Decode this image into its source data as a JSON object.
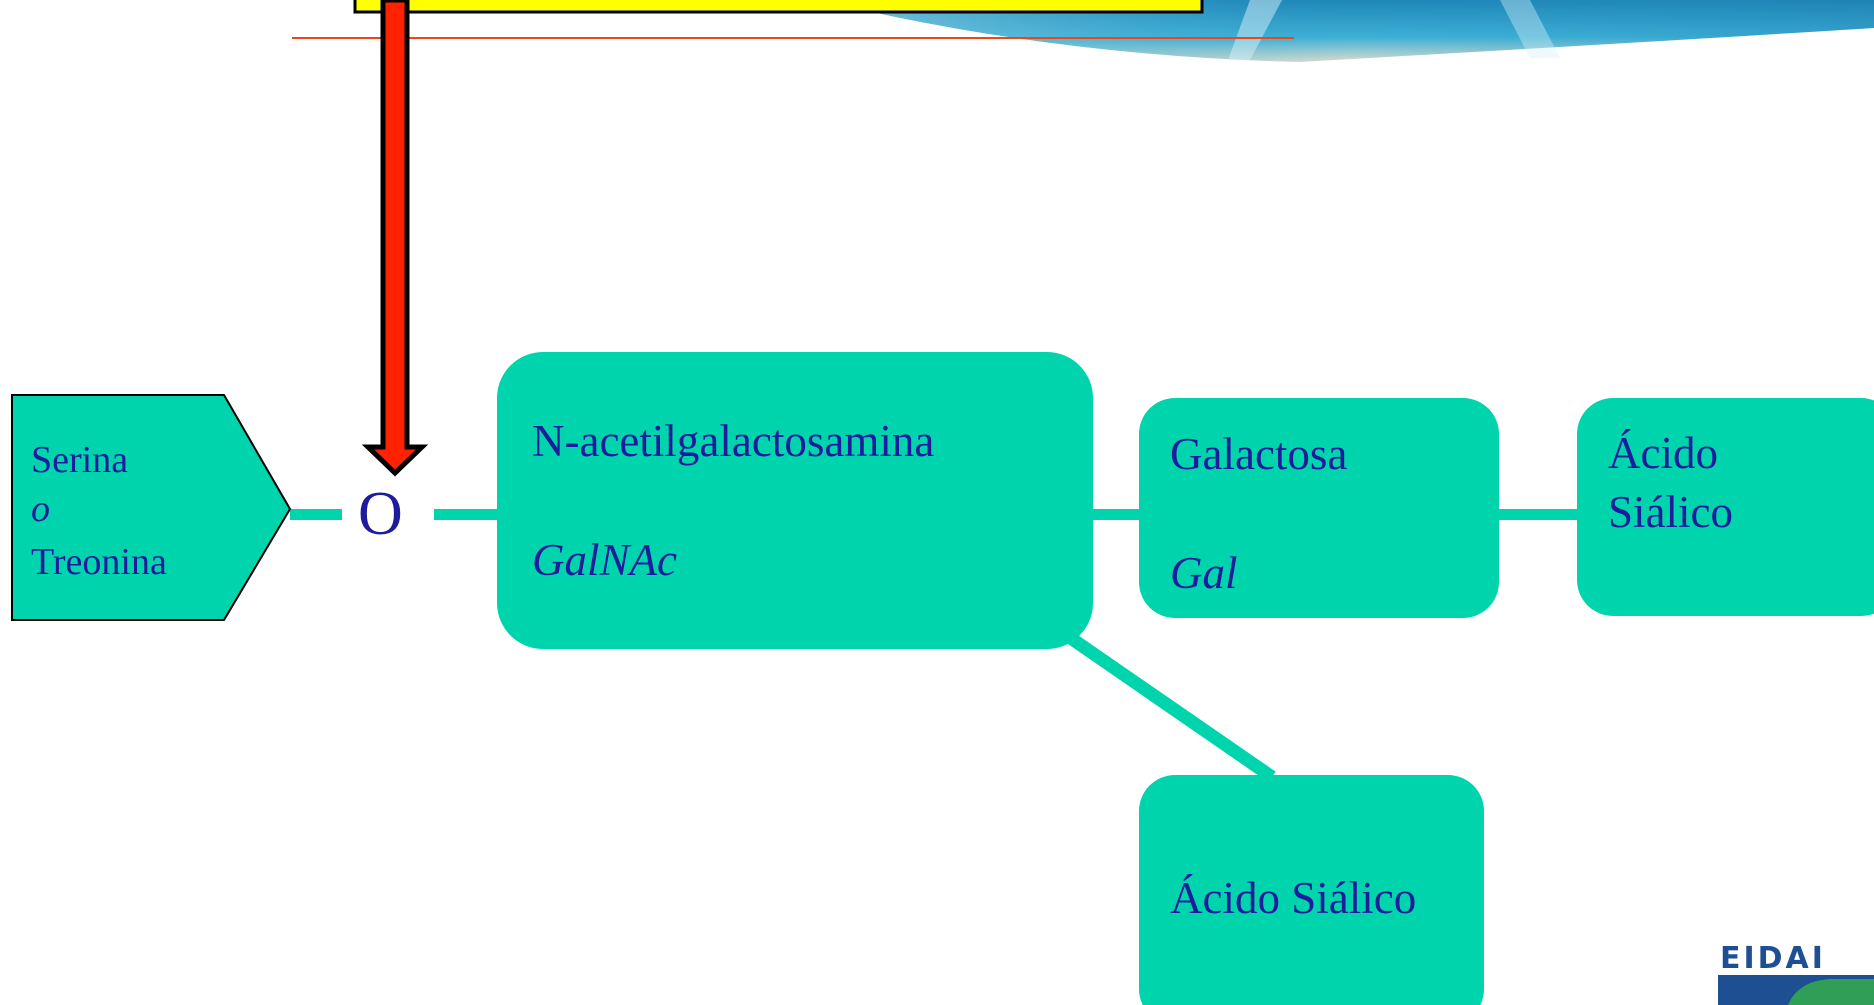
{
  "colors": {
    "node_fill": "#00d4ad",
    "label_text": "#1c1c9c",
    "arrow_fill": "#ff2200",
    "banner_yellow": "#ffff00",
    "title_rule": "#e8481c",
    "logo_blue": "#1e4f93",
    "logo_green": "#2f9e57"
  },
  "nodes": {
    "amino_acid": {
      "line1": "Serina",
      "line2": "o",
      "line3": "Treonina"
    },
    "linker": {
      "label": "O"
    },
    "galnac": {
      "name": "N-acetilgalactosamina",
      "abbr": "GalNAc"
    },
    "galactose": {
      "name": "Galactosa",
      "abbr": "Gal"
    },
    "sialic_right": {
      "line1": "Ácido",
      "line2": "Siálico"
    },
    "sialic_bottom": {
      "name": "Ácido Siálico"
    }
  },
  "logo": {
    "text": "EIDAI"
  }
}
